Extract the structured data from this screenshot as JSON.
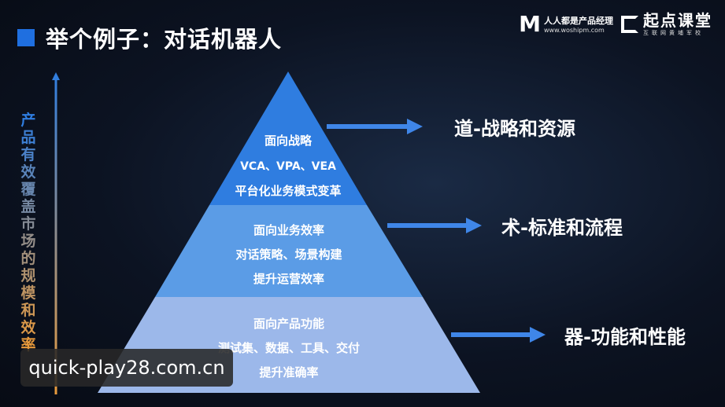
{
  "title": "举个例子：对话机器人",
  "logos": {
    "woshipm_mark": "M",
    "woshipm_name": "人人都是产品经理",
    "woshipm_url": "www.woshipm.com",
    "qidian_name": "起点课堂",
    "qidian_sub": "互联网黄埔军校"
  },
  "vertical_label": [
    "产",
    "品",
    "有",
    "效",
    "覆",
    "盖",
    "市",
    "场",
    "的",
    "规",
    "模",
    "和",
    "效",
    "率"
  ],
  "tiers": [
    {
      "heading": "面向战略",
      "line1": "VCA、VPA、VEA",
      "line2": "平台化业务模式变革",
      "right_label": "道-战略和资源",
      "color": "#2f7de0"
    },
    {
      "heading": "面向业务效率",
      "line1": "对话策略、场景构建",
      "line2": "提升运营效率",
      "right_label": "术-标准和流程",
      "color": "#5b9ce6"
    },
    {
      "heading": "面向产品功能",
      "line1": "测试集、数据、工具、交付",
      "line2": "提升准确率",
      "right_label": "器-功能和性能",
      "color": "#9cb8ea"
    }
  ],
  "watermark": "quick-play28.com.cn",
  "colors": {
    "accent": "#1f6fe0",
    "arrow": "#3f86e8",
    "vertical_top": "#2f7de0",
    "vertical_bottom": "#e89a3c"
  }
}
